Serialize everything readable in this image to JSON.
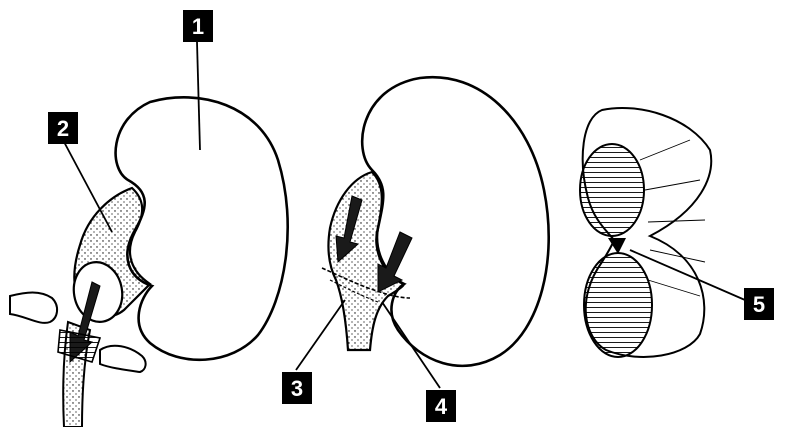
{
  "figure": {
    "panels": [
      {
        "id": "kidney-with-dilated-pelvis"
      },
      {
        "id": "kidney-after-repair"
      },
      {
        "id": "ureter-cross-section"
      }
    ],
    "labels": [
      "1",
      "2",
      "3",
      "4",
      "5"
    ],
    "colors": {
      "ink": "#000000",
      "paper": "#ffffff",
      "label_box": "#000000",
      "label_text": "#ffffff"
    }
  }
}
